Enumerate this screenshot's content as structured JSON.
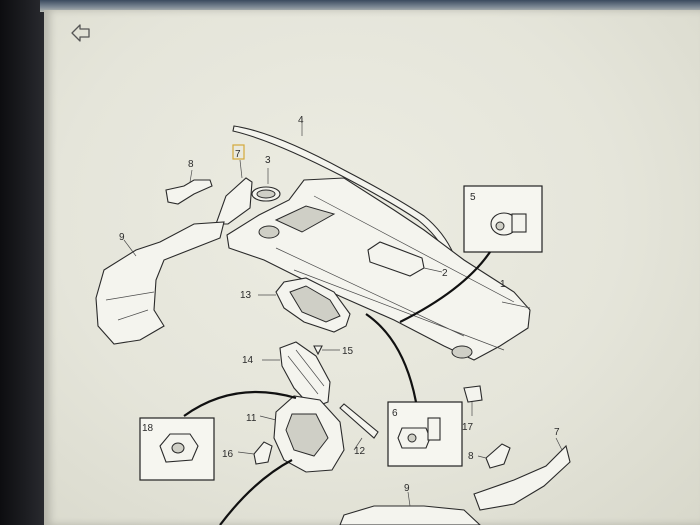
{
  "toolbar": {
    "back_icon": "back-arrow-icon"
  },
  "callouts": {
    "c1": "1",
    "c2": "2",
    "c3": "3",
    "c4": "4",
    "c5": "5",
    "c6": "6",
    "c7_top": "7",
    "c7_bottom": "7",
    "c8_top": "8",
    "c8_bottom": "8",
    "c9_left": "9",
    "c9_bottom": "9",
    "c11": "11",
    "c12": "12",
    "c13": "13",
    "c14": "14",
    "c15": "15",
    "c16": "16",
    "c17": "17",
    "c18": "18"
  },
  "selected_callout": "7",
  "colors": {
    "screen": "#e8e8dd",
    "selection": "#d4a93a",
    "ink": "#2a2a2a"
  }
}
